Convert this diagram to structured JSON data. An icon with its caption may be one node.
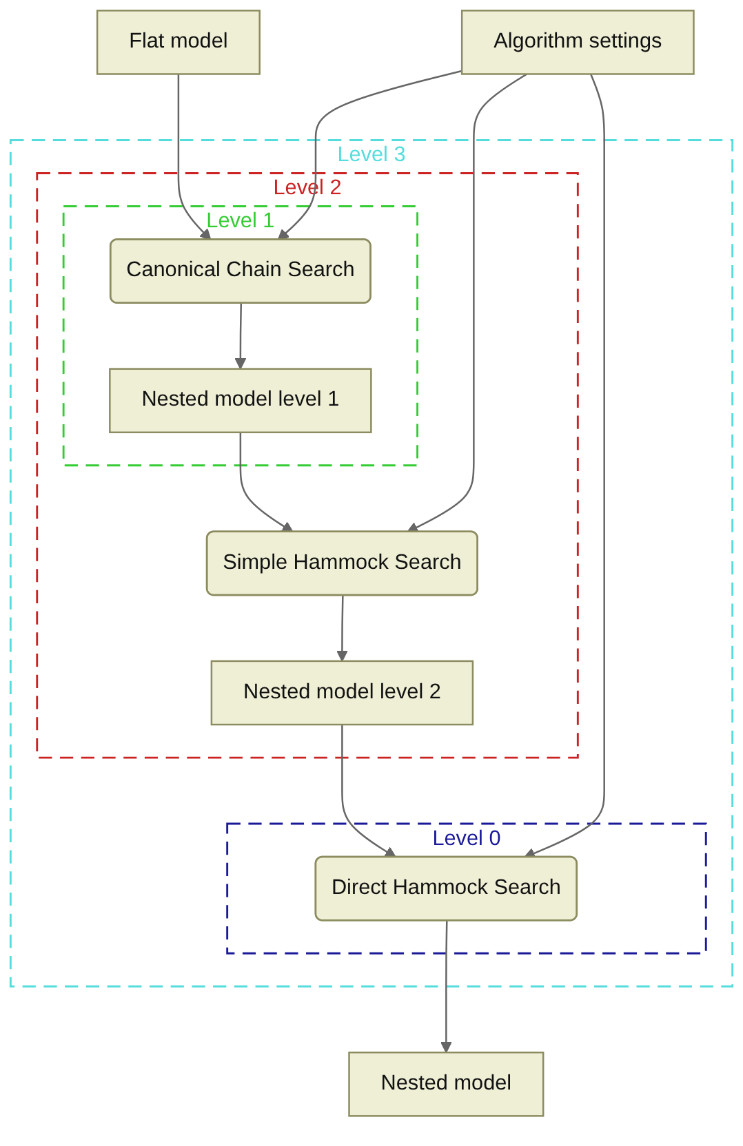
{
  "diagram": {
    "nodes": [
      {
        "text": [
          "Flat model"
        ]
      },
      {
        "text": [
          "Algorithm settings"
        ]
      },
      {
        "text": [
          "Level 3"
        ]
      },
      {
        "text": [
          "Level 2"
        ],
        "in": 2
      },
      {
        "text": [
          "Level 1"
        ],
        "in": 3
      },
      {
        "text": [
          "Canonical Chain Search"
        ],
        "in": 4
      },
      {
        "text": [
          "Nested model level 1"
        ],
        "in": 4
      },
      {
        "text": [
          "Simple Hammock Search"
        ],
        "in": 3
      },
      {
        "text": [
          "Nested model level 2"
        ],
        "in": 3
      },
      {
        "text": [
          "Level 0"
        ],
        "in": 2
      },
      {
        "text": [
          "Direct Hammock Search"
        ],
        "in": 9
      },
      {
        "text": [
          "Nested model"
        ]
      }
    ],
    "edges": [
      {
        "from": 0,
        "to": 5,
        "arrow": "to"
      },
      {
        "from": 1,
        "to": 5,
        "arrow": "to"
      },
      {
        "from": 5,
        "to": 6,
        "arrow": "to"
      },
      {
        "from": 6,
        "to": 7,
        "arrow": "to"
      },
      {
        "from": 1,
        "to": 7,
        "arrow": "to"
      },
      {
        "from": 7,
        "to": 8,
        "arrow": "to"
      },
      {
        "from": 8,
        "to": 10,
        "arrow": "to"
      },
      {
        "from": 1,
        "to": 10,
        "arrow": "to"
      },
      {
        "from": 10,
        "to": 11,
        "arrow": "to"
      }
    ]
  }
}
